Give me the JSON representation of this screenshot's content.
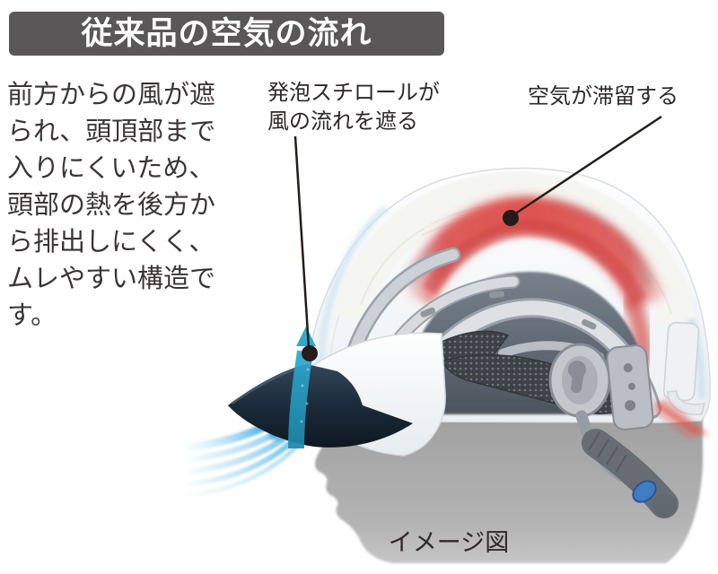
{
  "header": {
    "title": "従来品の空気の流れ"
  },
  "description": "前方からの風が遮\nられ、頭頂部まで\n入りにくいため、\n頭部の熱を後方か\nら排出しにくく、\nムレやすい構造で\nす。",
  "callouts": {
    "foam": "発泡スチロールが\n風の流れを遮る",
    "stagnation": "空気が滞留する"
  },
  "caption": "イメージ図",
  "colors": {
    "header_bg": "#595757",
    "header_text": "#ffffff",
    "body_text": "#3b3434",
    "airflow_blue": "#2aa3e0",
    "blocked_air_teal": "#1f8fb4",
    "heat_red": "#dd4f4c",
    "visor_navy": "#13202c",
    "helmet_shell": "#f4f7f9",
    "harness_gray": "#d5dade",
    "head_silhouette": "#ababab"
  }
}
